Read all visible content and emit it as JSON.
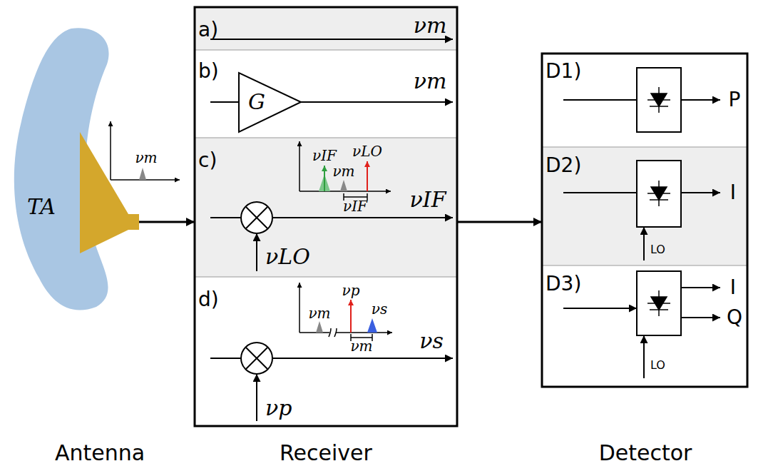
{
  "diagram": {
    "nodes": [
      {
        "text": [
          "TA"
        ]
      },
      {
        "text": [
          "Receiver"
        ]
      },
      {
        "text": [
          "a)",
          "νm"
        ],
        "in": 1
      },
      {
        "text": [
          "b)",
          "G",
          "νm"
        ],
        "in": 1
      },
      {
        "text": [
          "c)",
          "νIF",
          "νLO"
        ],
        "in": 1
      },
      {
        "text": [
          "d)",
          "νs",
          "νp"
        ],
        "in": 1
      },
      {
        "text": [
          "Detector"
        ]
      },
      {
        "text": [
          "D1)",
          "P"
        ],
        "in": 6
      },
      {
        "text": [
          "D2)",
          "I",
          "LO"
        ],
        "in": 6
      },
      {
        "text": [
          "D3)",
          "I",
          "Q",
          "LO"
        ],
        "in": 6
      }
    ],
    "edges": [
      {
        "from": 0,
        "to": 1,
        "arrow": "to"
      },
      {
        "from": 1,
        "to": 6,
        "arrow": "to"
      }
    ],
    "labels": [
      "νm",
      "νIF",
      "νm",
      "νLO",
      "νIF",
      "νm",
      "νp",
      "νs",
      "νm",
      "Antenna"
    ]
  }
}
